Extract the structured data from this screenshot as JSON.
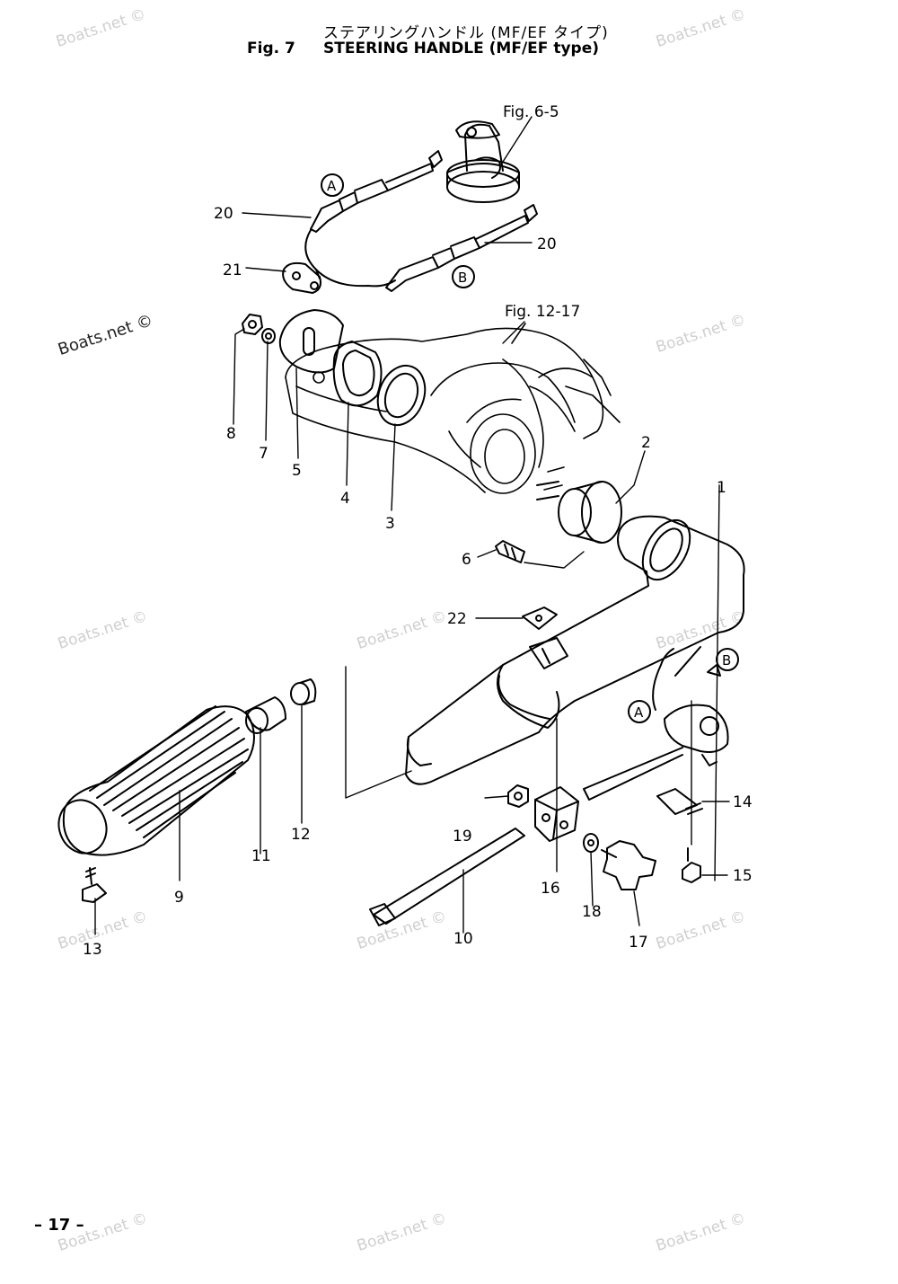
{
  "header": {
    "title_jp": "ステアリングハンドル (MF/EF タイプ)",
    "fig_label": "Fig. 7",
    "title_en": "STEERING HANDLE (MF/EF type)"
  },
  "footer": {
    "page_number": "– 17 –"
  },
  "watermark": "Boats.net ©",
  "references": {
    "fig_6_5": "Fig. 6-5",
    "fig_12_17": "Fig. 12-17"
  },
  "callouts": [
    "A",
    "B"
  ],
  "part_labels": {
    "p1": "1",
    "p2": "2",
    "p3": "3",
    "p4": "4",
    "p5": "5",
    "p6": "6",
    "p7": "7",
    "p8": "8",
    "p9": "9",
    "p10": "10",
    "p11": "11",
    "p12": "12",
    "p13": "13",
    "p14": "14",
    "p15": "15",
    "p16": "16",
    "p17": "17",
    "p18": "18",
    "p19": "19",
    "p20a": "20",
    "p20b": "20",
    "p21": "21",
    "p22": "22"
  }
}
